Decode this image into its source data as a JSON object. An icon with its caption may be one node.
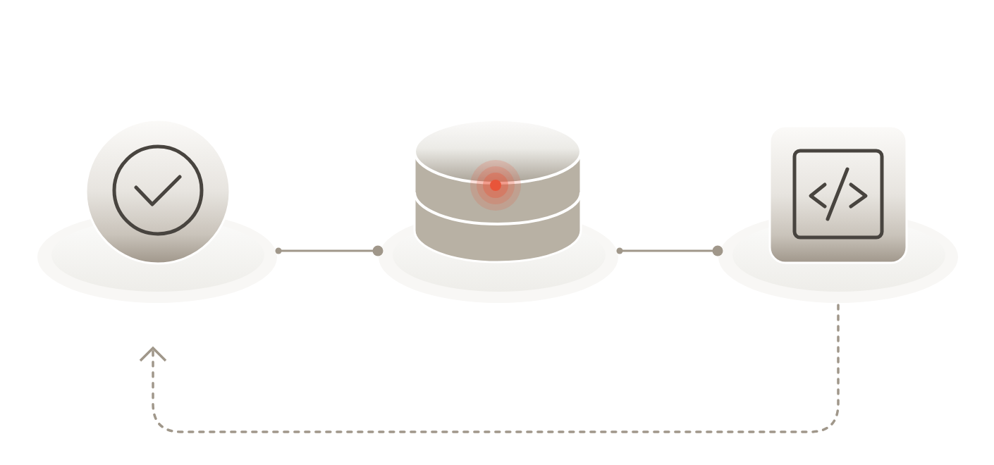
{
  "diagram": {
    "nodes": [
      {
        "text": [],
        "shape": "circle"
      },
      {
        "text": [],
        "shape": "cylinder"
      },
      {
        "text": [],
        "shape": "box"
      }
    ],
    "edges": [
      {
        "from": 0,
        "to": 1,
        "arrow": "other"
      },
      {
        "from": 1,
        "to": 2,
        "arrow": "other"
      },
      {
        "from": 2,
        "to": 0,
        "arrow": "to",
        "style": "dashed"
      }
    ]
  }
}
